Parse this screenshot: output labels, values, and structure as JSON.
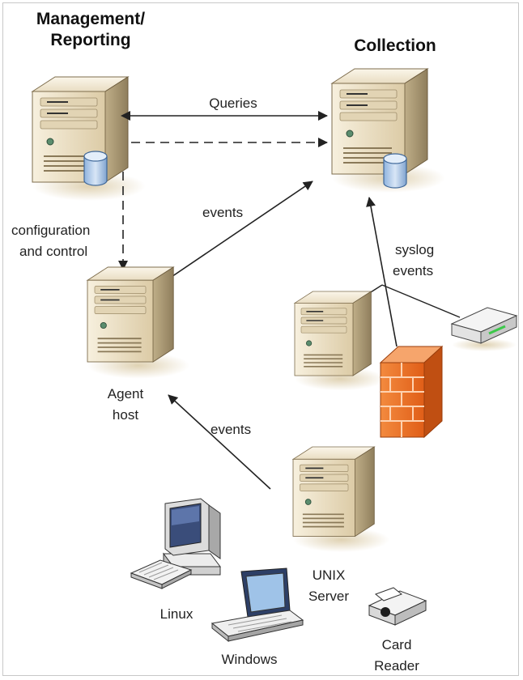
{
  "headers": {
    "management": [
      "Management/",
      "Reporting"
    ],
    "collection": "Collection"
  },
  "edges": {
    "queries": "Queries",
    "events_top": "events",
    "config": [
      "configuration",
      "and control"
    ],
    "syslog": [
      "syslog",
      "events"
    ],
    "events_bottom": "events"
  },
  "nodes": {
    "agent": [
      "Agent",
      "host"
    ],
    "unix": [
      "UNIX",
      "Server"
    ],
    "linux": "Linux",
    "windows": "Windows",
    "card": [
      "Card",
      "Reader"
    ]
  },
  "colors": {
    "server_body": "#e6d9bd",
    "firewall": "#f07a2e",
    "database": "#bcd4ee",
    "line": "#222222",
    "router_led": "#3cc84a"
  },
  "icons": [
    "server-icon",
    "database-icon",
    "firewall-icon",
    "router-icon",
    "desktop-computer-icon",
    "keyboard-icon",
    "laptop-icon",
    "card-reader-icon"
  ]
}
